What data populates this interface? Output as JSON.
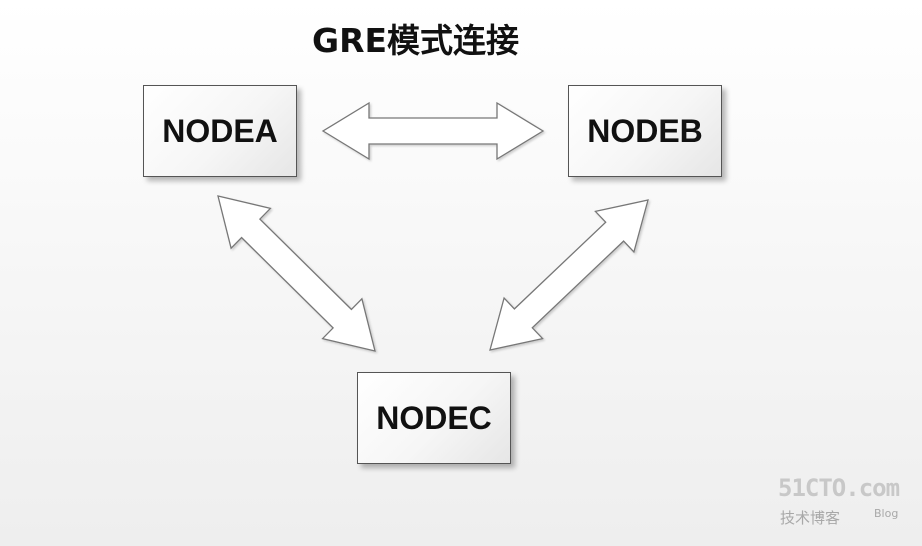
{
  "title": "GRE模式连接",
  "nodes": [
    {
      "id": "a",
      "label": "NODEA"
    },
    {
      "id": "b",
      "label": "NODEB"
    },
    {
      "id": "c",
      "label": "NODEC"
    }
  ],
  "connections": [
    {
      "from": "NODEA",
      "to": "NODEB",
      "type": "bidirectional"
    },
    {
      "from": "NODEA",
      "to": "NODEC",
      "type": "bidirectional"
    },
    {
      "from": "NODEB",
      "to": "NODEC",
      "type": "bidirectional"
    }
  ],
  "watermark": {
    "brand": "51CTO.com",
    "subtitle": "技术博客",
    "blog": "Blog"
  },
  "colors": {
    "background": "#ffffff",
    "node_border": "#555555",
    "arrow_stroke": "#777777",
    "arrow_fill": "#ffffff",
    "text": "#111111"
  }
}
